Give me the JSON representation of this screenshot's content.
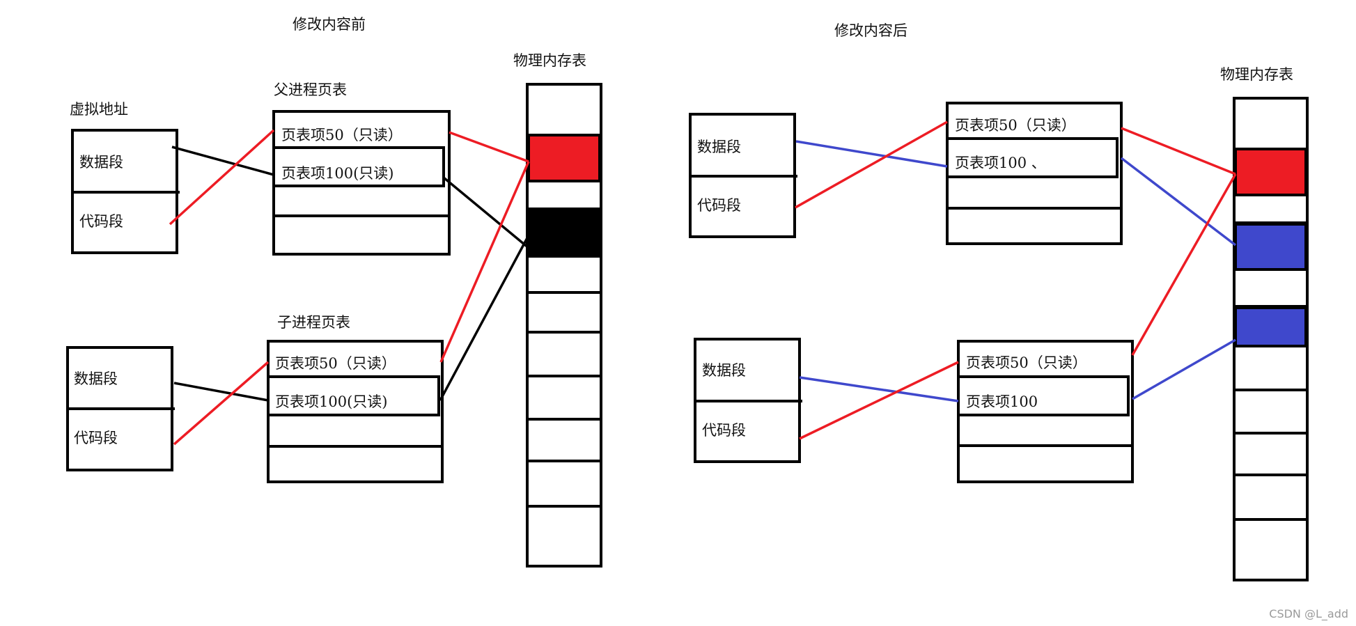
{
  "titles": {
    "before": "修改内容前",
    "after": "修改内容后"
  },
  "labels": {
    "virtual_address": "虚拟地址",
    "parent_page_table": "父进程页表",
    "child_page_table": "子进程页表",
    "physical_memory_table": "物理内存表",
    "data_segment": "数据段",
    "code_segment": "代码段"
  },
  "before": {
    "parent_entries": [
      "页表项50（只读）",
      "页表项100(只读)"
    ],
    "child_entries": [
      "页表项50（只读）",
      "页表项100(只读)"
    ]
  },
  "after": {
    "parent_entries": [
      "页表项50（只读）",
      "页表项100 、"
    ],
    "child_entries": [
      "页表项50（只读）",
      "页表项100"
    ]
  },
  "colors": {
    "red": "#ed1c24",
    "black": "#000000",
    "blue": "#3f48cc"
  },
  "watermark": "CSDN @L_add"
}
